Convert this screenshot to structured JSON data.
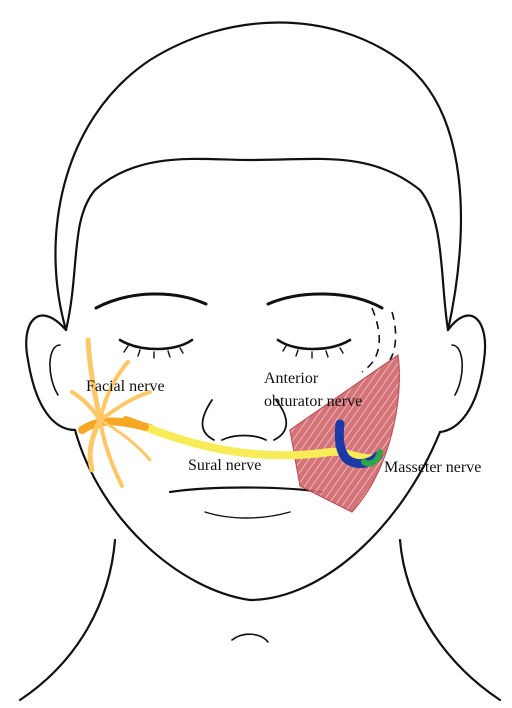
{
  "figure": {
    "labels": {
      "facial_nerve": "Facial nerve",
      "anterior_obturator_nerve_line1": "Anterior",
      "anterior_obturator_nerve_line2": "obturator nerve",
      "sural_nerve": "Sural nerve",
      "masseter_nerve": "Masseter nerve"
    },
    "colors": {
      "outline": "#111111",
      "facial_nerve": "#f5a623",
      "facial_nerve_light": "#ffc766",
      "sural_nerve": "#f7ec55",
      "anterior_obturator_nerve": "#1a3aa8",
      "masseter_nerve": "#2fa64a",
      "masseter_muscle": "#c7484f",
      "masseter_muscle_light": "#e6a3a5"
    }
  }
}
